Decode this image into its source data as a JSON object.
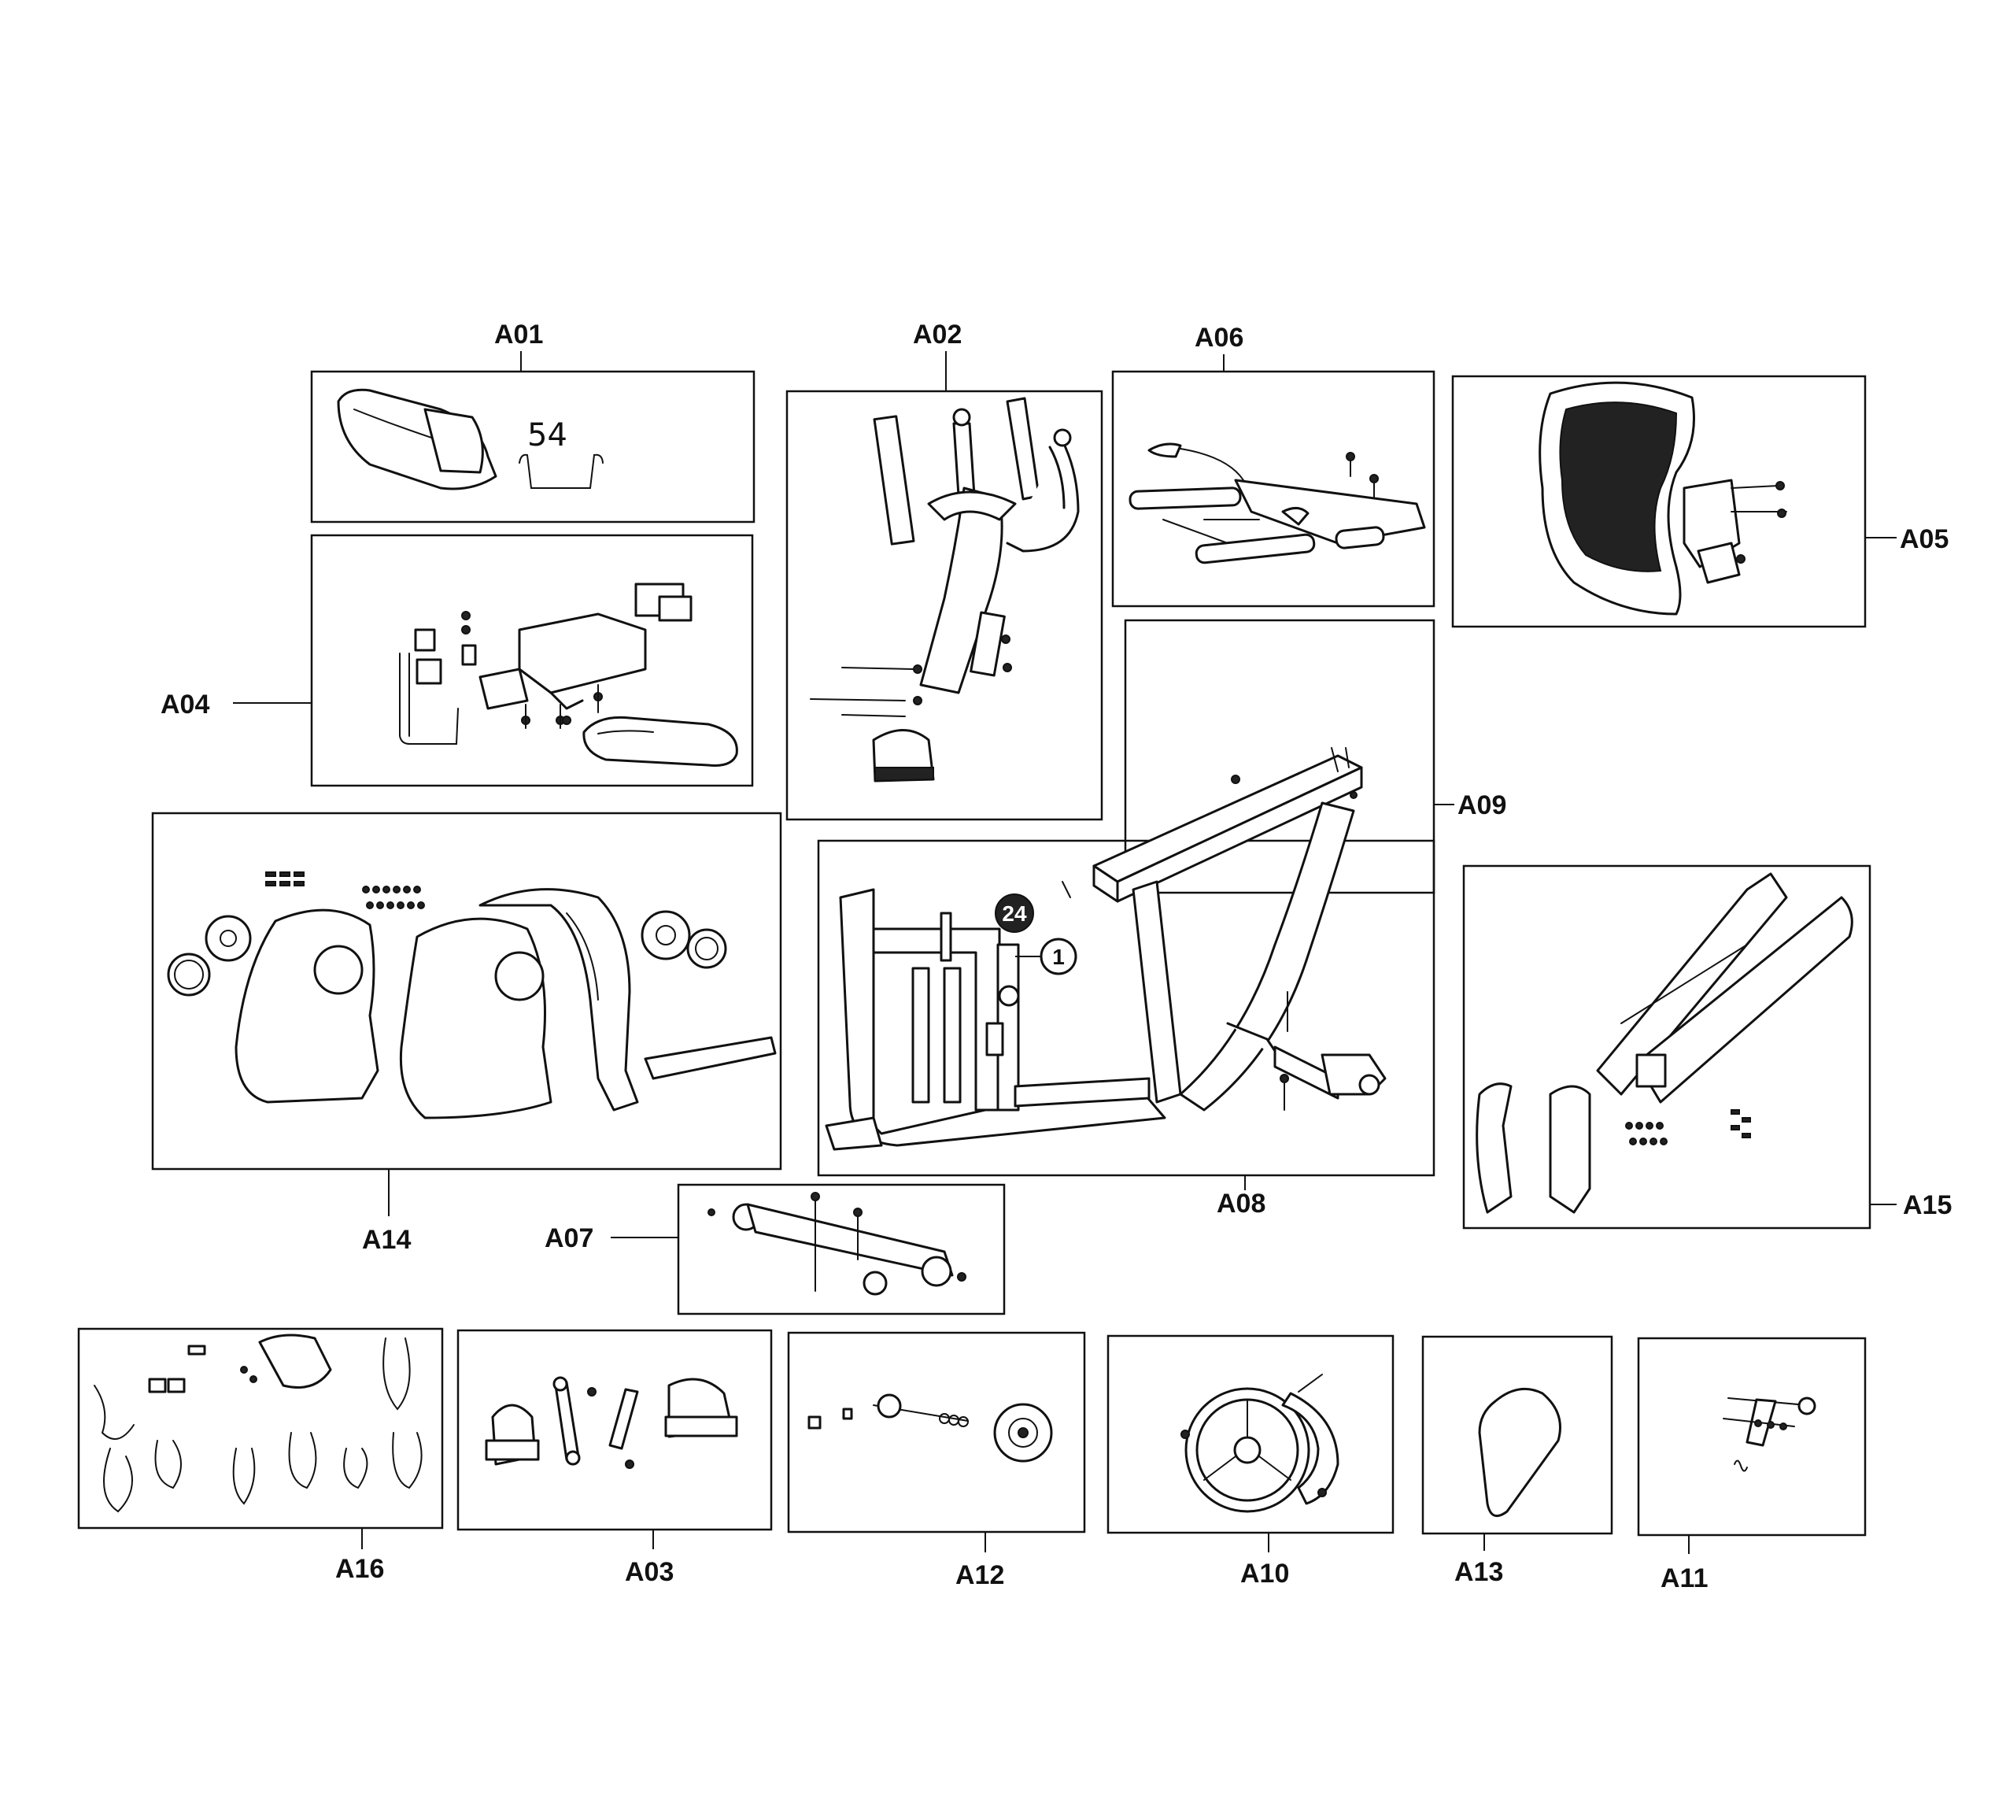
{
  "diagram": {
    "sections": [
      {
        "id": "A01",
        "label": "A01"
      },
      {
        "id": "A02",
        "label": "A02"
      },
      {
        "id": "A03",
        "label": "A03"
      },
      {
        "id": "A04",
        "label": "A04"
      },
      {
        "id": "A05",
        "label": "A05"
      },
      {
        "id": "A06",
        "label": "A06"
      },
      {
        "id": "A07",
        "label": "A07"
      },
      {
        "id": "A08",
        "label": "A08"
      },
      {
        "id": "A09",
        "label": "A09"
      },
      {
        "id": "A10",
        "label": "A10"
      },
      {
        "id": "A11",
        "label": "A11"
      },
      {
        "id": "A12",
        "label": "A12"
      },
      {
        "id": "A13",
        "label": "A13"
      },
      {
        "id": "A14",
        "label": "A14"
      },
      {
        "id": "A15",
        "label": "A15"
      },
      {
        "id": "A16",
        "label": "A16"
      }
    ],
    "handwritten_note": "54",
    "callouts": [
      {
        "number": "24"
      },
      {
        "number": "1"
      }
    ]
  }
}
